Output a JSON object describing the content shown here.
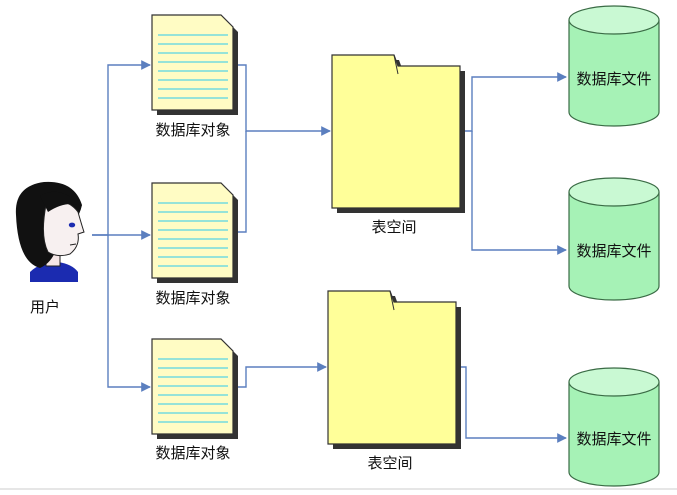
{
  "colors": {
    "connector": "#5b7fbf",
    "page_fill": "#fffcc4",
    "page_lines": "#58d4e4",
    "folder_fill": "#ffff99",
    "cylinder_fill": "#a6f2b6",
    "cylinder_top": "#c9f9d3",
    "cylinder_stroke": "#3a6b45",
    "user_shirt": "#1b2bb0",
    "user_hair": "#111111"
  },
  "icons": {
    "user": "user-person-icon",
    "db_object": "document-page-icon",
    "tablespace": "folder-icon",
    "datafile": "database-cylinder-icon"
  },
  "user": {
    "label": "用户"
  },
  "db_objects": [
    {
      "label": "数据库对象"
    },
    {
      "label": "数据库对象"
    },
    {
      "label": "数据库对象"
    }
  ],
  "tablespaces": [
    {
      "label": "表空间"
    },
    {
      "label": "表空间"
    }
  ],
  "datafiles": [
    {
      "label": "数据库文件"
    },
    {
      "label": "数据库文件"
    },
    {
      "label": "数据库文件"
    }
  ]
}
